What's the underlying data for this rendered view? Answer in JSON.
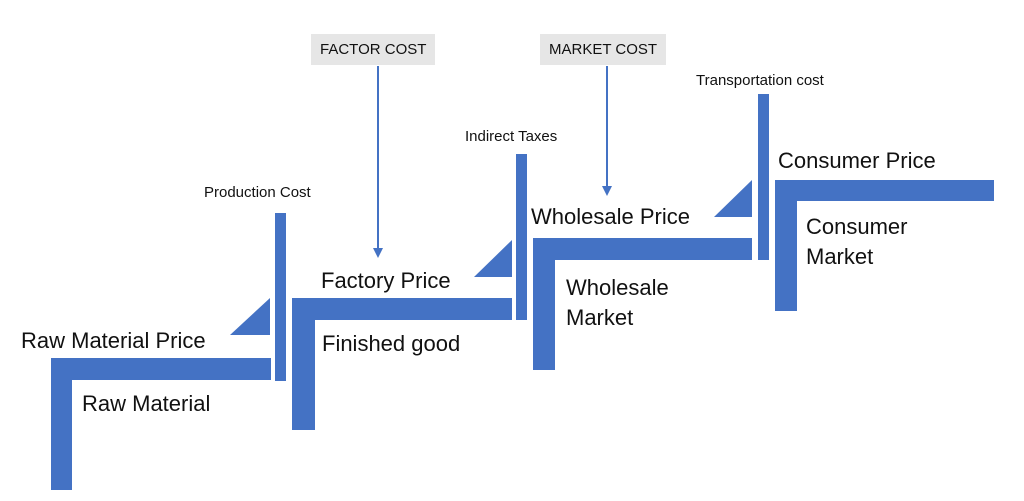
{
  "colors": {
    "step": "#4472c4",
    "arrow": "#4472c4",
    "callout_bg": "#e6e6e6",
    "text": "#111111"
  },
  "stages": [
    {
      "price": "Raw Material Price",
      "market": "Raw Material",
      "cost": "Production Cost"
    },
    {
      "price": "Factory Price",
      "market": "Finished good",
      "cost": "Indirect Taxes"
    },
    {
      "price": "Wholesale Price",
      "market": "Wholesale\nMarket",
      "cost": "Transportation cost"
    },
    {
      "price": "Consumer Price",
      "market": "Consumer\nMarket",
      "cost": ""
    }
  ],
  "callouts": [
    {
      "label": "FACTOR COST"
    },
    {
      "label": "MARKET COST"
    }
  ]
}
